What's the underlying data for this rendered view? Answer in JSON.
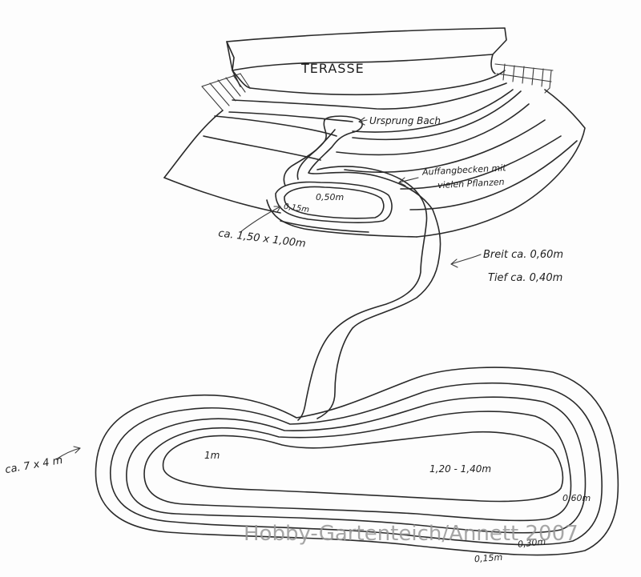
{
  "diagram": {
    "labels": {
      "terrace": "TERASSE",
      "source": "Ursprung Bach",
      "basin_line1": "Auffangbecken mit",
      "basin_line2": "vielen Pflanzen",
      "basin_depth": "0,50m",
      "basin_shelf": "0,15m",
      "basin_size": "ca. 1,50 x 1,00m",
      "stream_width": "Breit ca. 0,60m",
      "stream_depth": "Tief ca. 0,40m",
      "pond_size": "ca. 7 x 4 m",
      "pond_depth_shallow": "1m",
      "pond_depth_deep": "1,20 - 1,40m",
      "pond_shelf_1": "0,60m",
      "pond_shelf_2": "0,30m",
      "pond_shelf_3": "0,15m"
    },
    "watermark": "Hobby-Gartenteich/Annett 2007"
  }
}
